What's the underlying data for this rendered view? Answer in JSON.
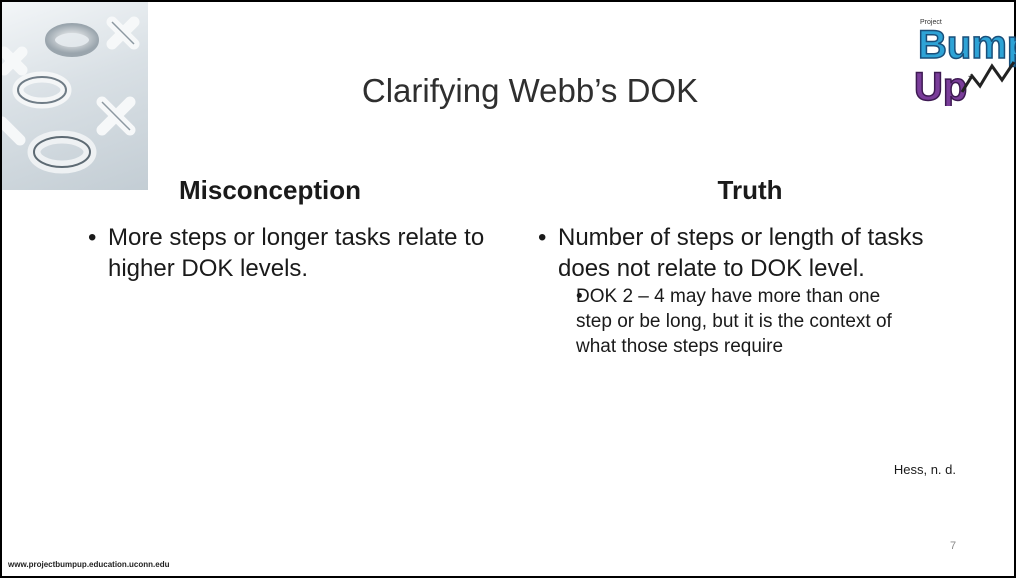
{
  "slide": {
    "title": "Clarifying Webb’s DOK",
    "left_heading": "Misconception",
    "right_heading": "Truth",
    "left_bullet": "More steps or longer tasks relate to higher DOK levels.",
    "right_bullet": "Number of steps or length of tasks does not relate to DOK level.",
    "right_sub_bullet": "DOK 2 – 4 may have more than one step or be long, but it is the context of what those steps require",
    "citation": "Hess, n. d.",
    "footer_url": "www.projectbumpup.education.uconn.edu",
    "page_number": "7"
  },
  "logo": {
    "small_text": "Project",
    "word_top": "Bump",
    "word_bottom": "Up"
  }
}
